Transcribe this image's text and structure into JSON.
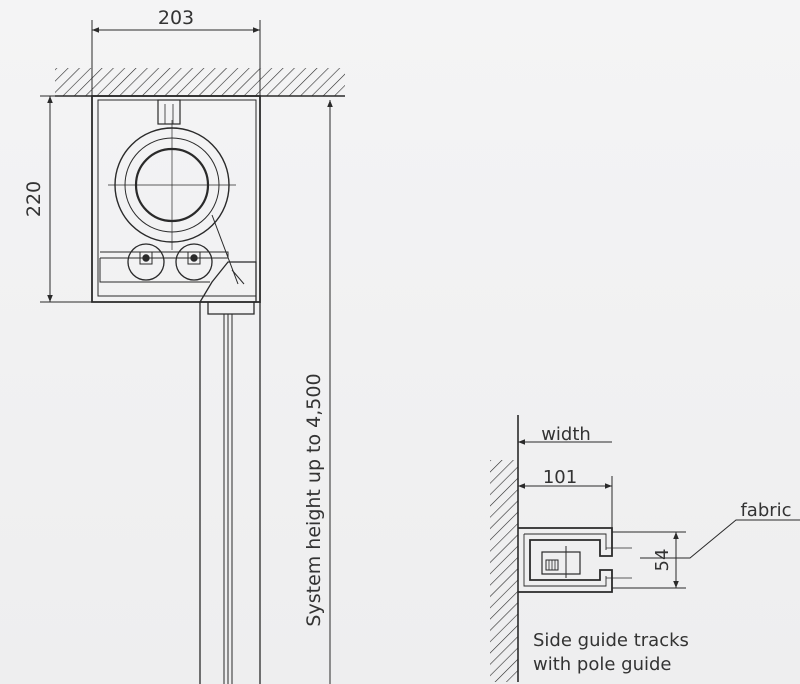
{
  "drawing": {
    "line_color": "#2a2a2a",
    "text_color": "#333333",
    "background": "#f1f1f2",
    "icons": [
      "hatch-pattern",
      "roller-tube",
      "guide-wheel",
      "mounting-screw"
    ]
  },
  "labels": {
    "head_width": "203",
    "head_height": "220",
    "system_height": "System height up to 4,500",
    "width": "width",
    "track_depth": "101",
    "fabric": "fabric",
    "slot_size": "54",
    "caption_line1": "Side guide tracks",
    "caption_line2": "with pole guide"
  }
}
